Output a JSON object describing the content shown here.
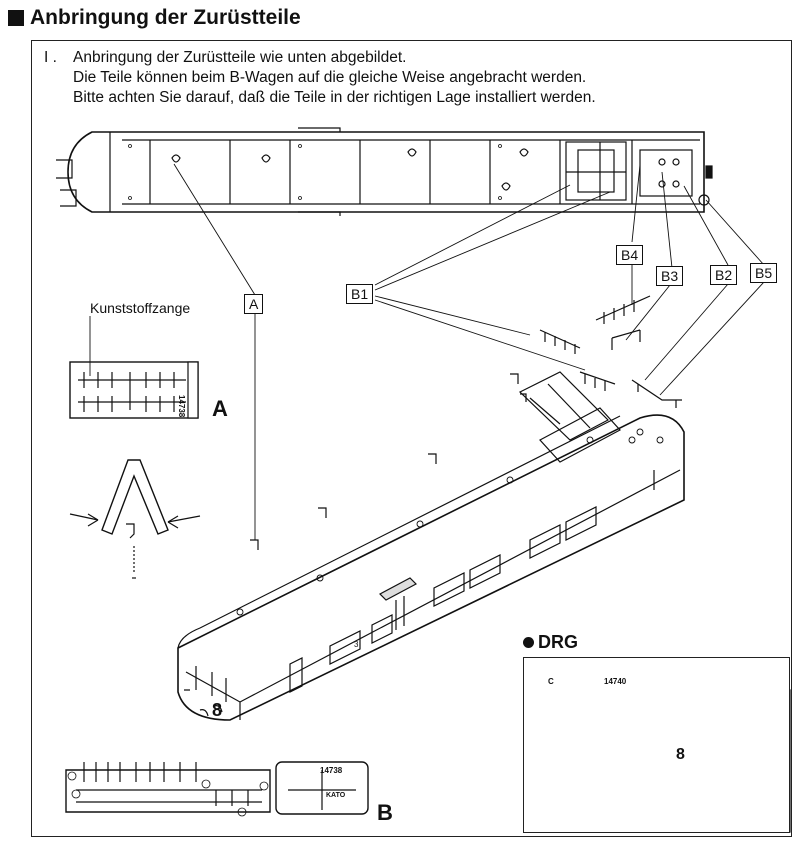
{
  "title": "Anbringung der Zurüstteile",
  "intro": {
    "number": "I .",
    "lines": [
      "Anbringung der Zurüstteile wie unten abgebildet.",
      "Die Teile können beim B-Wagen auf die gleiche Weise angebracht werden.",
      "Bitte achten Sie darauf, daß die Teile in der richtigen Lage installiert werden."
    ]
  },
  "labels": {
    "a": "A",
    "b1": "B1",
    "b2": "B2",
    "b3": "B3",
    "b4": "B4",
    "b5": "B5",
    "tool": "Kunststoffzange",
    "sprue_a": "A",
    "sprue_b": "B",
    "part_a_no": "14738",
    "part_b_no": "14738",
    "part_c_no": "14740",
    "c_letter": "C",
    "brand": "KATO",
    "car_number": "8",
    "side_number": "3"
  },
  "inset": {
    "heading": "DRG"
  }
}
